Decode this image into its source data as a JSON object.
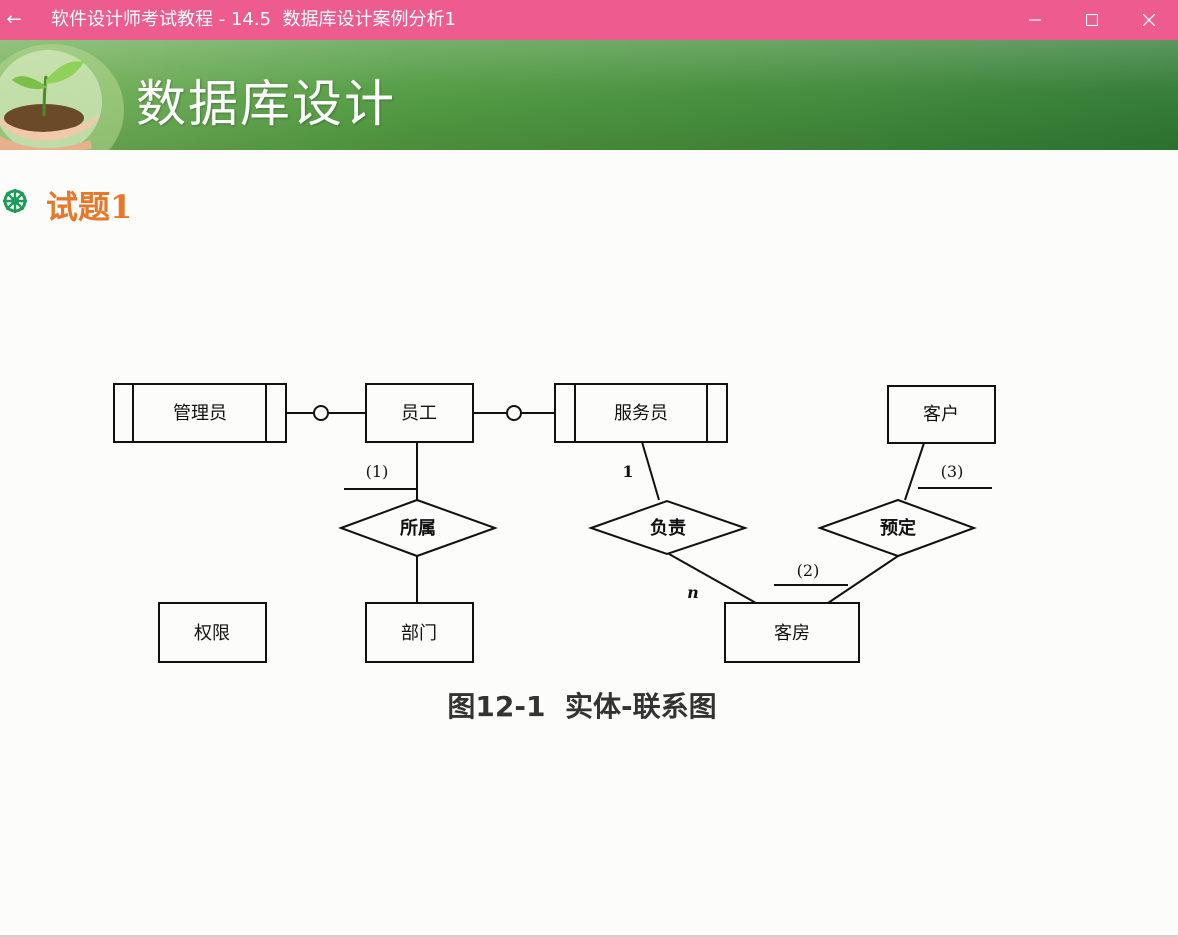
{
  "window": {
    "title": "软件设计师考试教程 - 14.5  数据库设计案例分析1",
    "back_icon": "arrow-left-icon",
    "minimize_icon": "minimize-icon",
    "maximize_icon": "maximize-icon",
    "close_icon": "close-icon",
    "titlebar_color": "#ee5b8f"
  },
  "banner": {
    "title": "数据库设计",
    "logo_icon": "seedling-in-hands-icon"
  },
  "question": {
    "icon": "green-wheel-bullet-icon",
    "title": "试题1"
  },
  "diagram": {
    "entities": {
      "manager": "管理员",
      "employee": "员工",
      "waiter": "服务员",
      "customer": "客户",
      "permission": "权限",
      "department": "部门",
      "room": "客房"
    },
    "relationships": {
      "belongs": "所属",
      "responsible": "负责",
      "reserve": "预定"
    },
    "cardinalities": {
      "blank1": "(1)",
      "one": "1",
      "blank3": "(3)",
      "blank2": "(2)",
      "many": "n"
    },
    "caption": "图12-1  实体-联系图"
  }
}
